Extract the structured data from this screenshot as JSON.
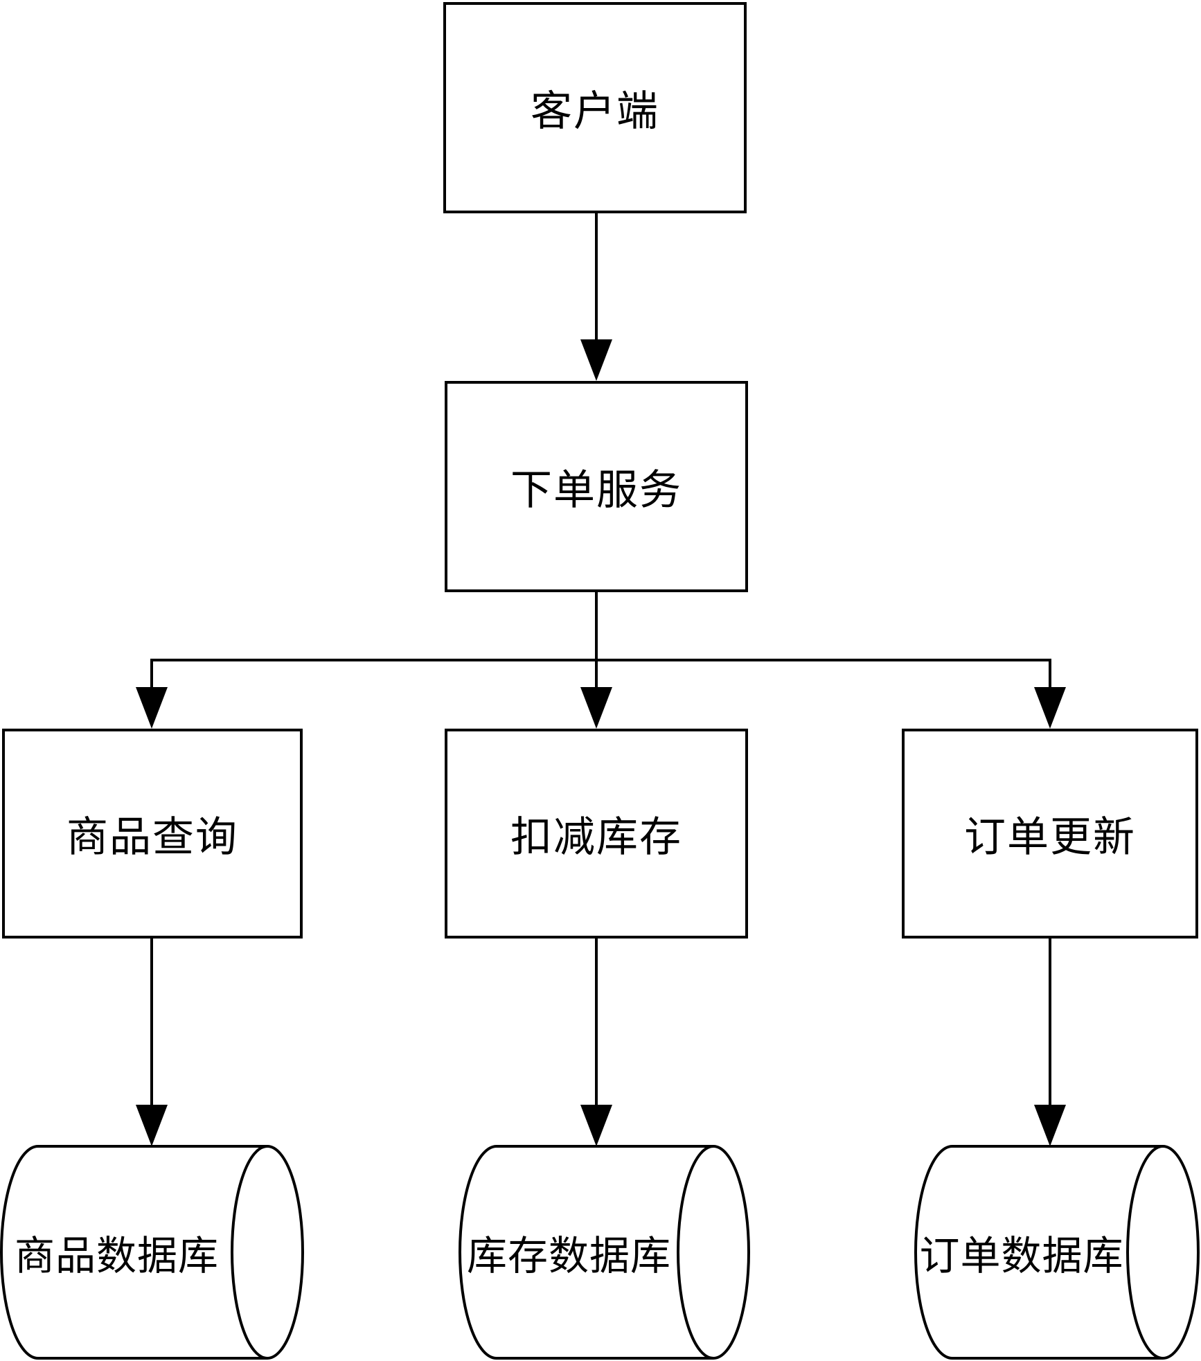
{
  "diagram": {
    "background_color": "#ffffff",
    "stroke_color": "#000000",
    "nodes": {
      "client": {
        "label": "客户端",
        "shape": "rectangle"
      },
      "order_service": {
        "label": "下单服务",
        "shape": "rectangle"
      },
      "product_query": {
        "label": "商品查询",
        "shape": "rectangle"
      },
      "deduct_inventory": {
        "label": "扣减库存",
        "shape": "rectangle"
      },
      "order_update": {
        "label": "订单更新",
        "shape": "rectangle"
      },
      "product_db": {
        "label": "商品数据库",
        "shape": "cylinder"
      },
      "inventory_db": {
        "label": "库存数据库",
        "shape": "cylinder"
      },
      "order_db": {
        "label": "订单数据库",
        "shape": "cylinder"
      }
    },
    "edges": [
      {
        "from": "client",
        "to": "order_service"
      },
      {
        "from": "order_service",
        "to": "product_query"
      },
      {
        "from": "order_service",
        "to": "deduct_inventory"
      },
      {
        "from": "order_service",
        "to": "order_update"
      },
      {
        "from": "product_query",
        "to": "product_db"
      },
      {
        "from": "deduct_inventory",
        "to": "inventory_db"
      },
      {
        "from": "order_update",
        "to": "order_db"
      }
    ]
  }
}
